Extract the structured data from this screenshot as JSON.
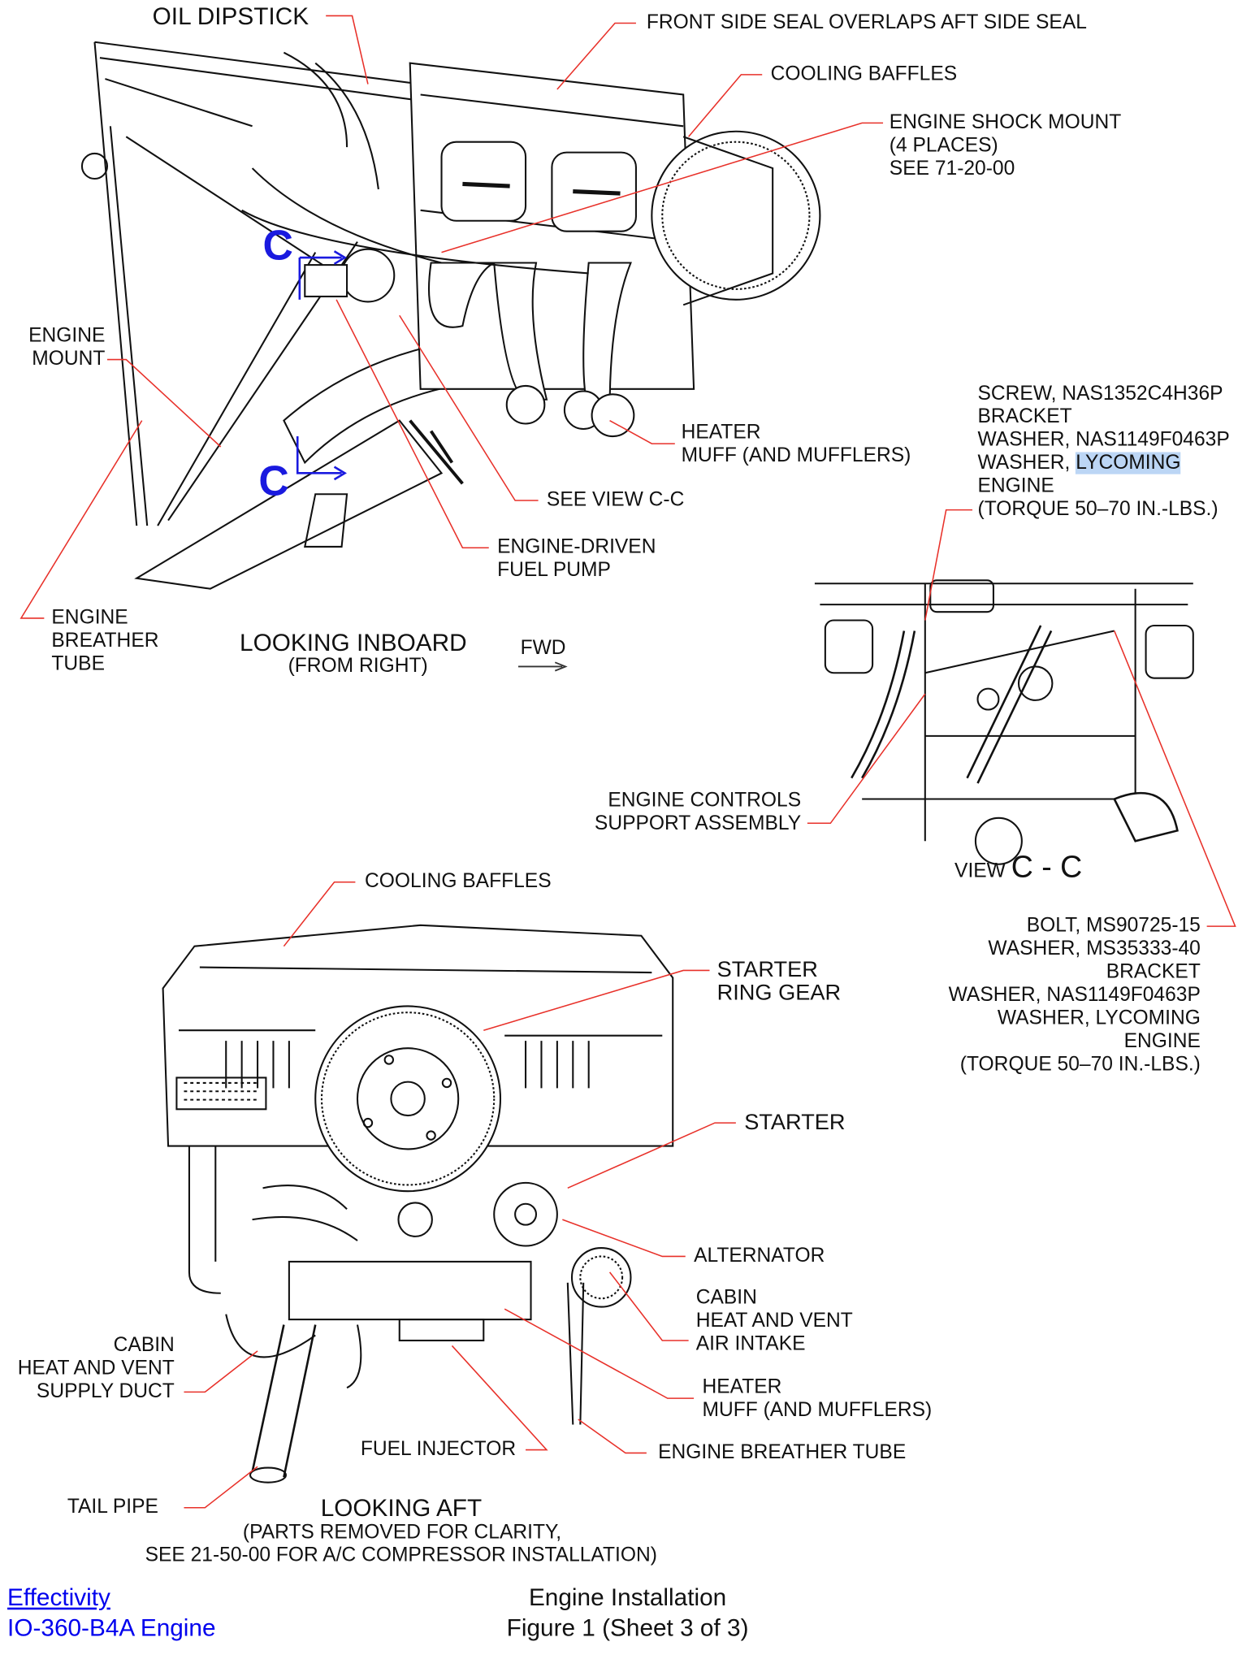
{
  "labels": {
    "oil_dipstick": "OIL DIPSTICK",
    "front_seal": "FRONT SIDE SEAL OVERLAPS AFT SIDE SEAL",
    "cooling_baffles_top": "COOLING BAFFLES",
    "shock_mount": [
      "ENGINE SHOCK MOUNT",
      "(4 PLACES)",
      "SEE 71-20-00"
    ],
    "engine_mount": [
      "ENGINE",
      "MOUNT"
    ],
    "screw_block": [
      "SCREW, NAS1352C4H36P",
      "BRACKET",
      "WASHER, NAS1149F0463P",
      "WASHER, ",
      "LYCOMING",
      "ENGINE",
      "(TORQUE 50–70 IN.-LBS.)"
    ],
    "heater_muff_top": [
      "HEATER",
      "MUFF (AND MUFFLERS)"
    ],
    "see_view": "SEE VIEW C-C",
    "fuel_pump": [
      "ENGINE-DRIVEN",
      "FUEL PUMP"
    ],
    "breather_top": [
      "ENGINE",
      "BREATHER",
      "TUBE"
    ],
    "looking_inboard": "LOOKING INBOARD",
    "from_right": "(FROM RIGHT)",
    "fwd": "FWD",
    "section_marker": "C",
    "engine_controls": [
      "ENGINE CONTROLS",
      "SUPPORT ASSEMBLY"
    ],
    "view_prefix": "VIEW",
    "view_name": "C - C",
    "bolt_block": [
      "BOLT, MS90725-15",
      "WASHER, MS35333-40",
      "BRACKET",
      "WASHER, NAS1149F0463P",
      "WASHER, LYCOMING",
      "ENGINE",
      "(TORQUE 50–70 IN.-LBS.)"
    ],
    "cooling_baffles_bottom": "COOLING BAFFLES",
    "starter_ring_gear": [
      "STARTER",
      "RING GEAR"
    ],
    "starter": "STARTER",
    "alternator": "ALTERNATOR",
    "cabin_intake": [
      "CABIN",
      "HEAT AND VENT",
      "AIR INTAKE"
    ],
    "cabin_supply": [
      "CABIN",
      "HEAT AND VENT",
      "SUPPLY DUCT"
    ],
    "heater_muff_bottom": [
      "HEATER",
      "MUFF (AND MUFFLERS)"
    ],
    "fuel_injector": "FUEL INJECTOR",
    "breather_bottom": "ENGINE BREATHER TUBE",
    "tail_pipe": "TAIL PIPE",
    "looking_aft": "LOOKING AFT",
    "parts_removed": "(PARTS REMOVED FOR CLARITY,",
    "see_compressor": "SEE 21-50-00 FOR A/C COMPRESSOR INSTALLATION)"
  },
  "footer": {
    "effectivity_link": "Effectivity",
    "engine_model": "IO-360-B4A Engine",
    "title": "Engine Installation",
    "figure": "Figure 1 (Sheet 3 of 3)"
  },
  "colors": {
    "leader": "#e8312a",
    "section_marker": "#1a1adf",
    "link": "#0000ee",
    "highlight": "#bcd6f5"
  }
}
